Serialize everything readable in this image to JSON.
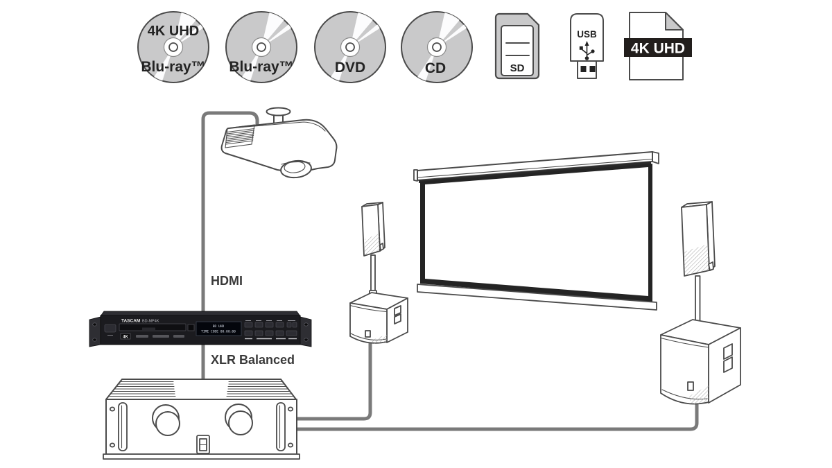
{
  "diagram_type": "av-system-connection-diagram",
  "colors": {
    "background": "#ffffff",
    "line_art": "#4a4a4a",
    "cable_gray": "#7a7a7a",
    "disc_fill": "#c9c9ca",
    "icon_text": "#232323",
    "label_text": "#3a3a3a",
    "file_banner_bg": "#221e1c",
    "file_banner_text": "#ffffff",
    "player_body": "#1b1b1f",
    "screen_frame": "#242424"
  },
  "sources": {
    "disc_4k_bluray": {
      "icon": "disc-icon",
      "label_top": "4K UHD",
      "label_bottom": "Blu-ray™"
    },
    "disc_bluray": {
      "icon": "disc-icon",
      "label": "Blu-ray™"
    },
    "disc_dvd": {
      "icon": "disc-icon",
      "label": "DVD"
    },
    "disc_cd": {
      "icon": "disc-icon",
      "label": "CD"
    },
    "sd_card": {
      "icon": "sd-card-icon",
      "label": "SD"
    },
    "usb_drive": {
      "icon": "usb-stick-icon",
      "symbol": "usb-trident",
      "label": "USB"
    },
    "file_4k": {
      "icon": "file-document-icon",
      "label": "4K UHD"
    }
  },
  "connections": {
    "hdmi": {
      "label": "HDMI"
    },
    "xlr": {
      "label": "XLR Balanced"
    }
  },
  "player": {
    "brand": "TASCAM",
    "model": "BD-MP4K",
    "badge": "4K",
    "display_line1": "BD UHD",
    "display_line2": "TIME CODE 00:00:00"
  }
}
